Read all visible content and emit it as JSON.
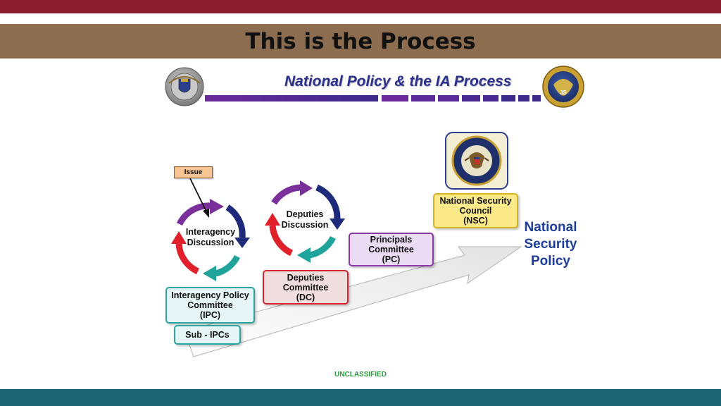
{
  "slide": {
    "title": "This is the Process",
    "footer": "UNCLASSIFIED"
  },
  "banner": {
    "title": "National Policy & the IA Process"
  },
  "diagram": {
    "issue_label": "Issue",
    "cycles": [
      {
        "id": "interagency",
        "lines": [
          "Interagency",
          "Discussion"
        ]
      },
      {
        "id": "deputies",
        "lines": [
          "Deputies",
          "Discussion"
        ]
      }
    ],
    "boxes": {
      "ipc": [
        "Interagency Policy",
        "Committee",
        "(IPC)"
      ],
      "sub_ipcs": [
        "Sub - IPCs"
      ],
      "dc": [
        "Deputies",
        "Committee",
        "(DC)"
      ],
      "pc": [
        "Principals",
        "Committee",
        "(PC)"
      ],
      "nsc": [
        "National Security",
        "Council",
        "(NSC)"
      ]
    },
    "outcome": [
      "National",
      "Security",
      "Policy"
    ]
  },
  "colors": {
    "top_bar": "#8b1f2f",
    "title_band": "#8c6d4f",
    "bottom_bar": "#1d6474",
    "arrow_purple": "#7a2f9a",
    "arrow_navy": "#1e2a7a",
    "arrow_teal": "#1fa39a",
    "arrow_red": "#e0202a",
    "banner_text": "#2b2f8c",
    "outcome_text": "#1d3d9c"
  },
  "icons": {
    "left_seal": "joint-chiefs-seal-icon",
    "right_seal": "joint-staff-seal-icon",
    "presidential_seal": "presidential-seal-icon"
  }
}
